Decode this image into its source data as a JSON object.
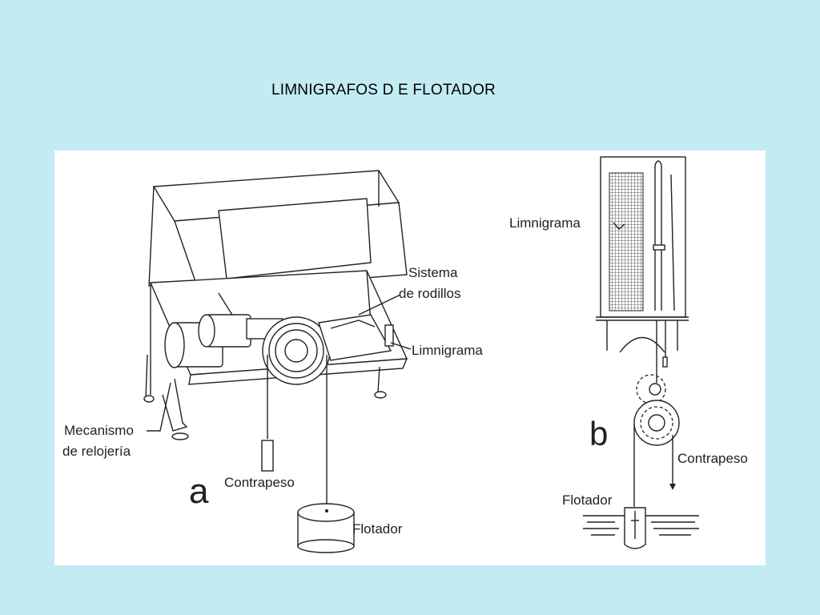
{
  "slide": {
    "title": "LIMNIGRAFOS D E FLOTADOR"
  },
  "diagram_a": {
    "letter": "a",
    "labels": {
      "sistema_line1": "Sistema",
      "sistema_line2": "de rodillos",
      "limnigrama": "Limnigrama",
      "mecanismo_line1": "Mecanismo",
      "mecanismo_line2": "de relojería",
      "contrapeso": "Contrapeso",
      "flotador": "Flotador"
    }
  },
  "diagram_b": {
    "letter": "b",
    "labels": {
      "limnigrama": "Limnigrama",
      "contrapeso": "Contrapeso",
      "flotador": "Flotador"
    }
  }
}
